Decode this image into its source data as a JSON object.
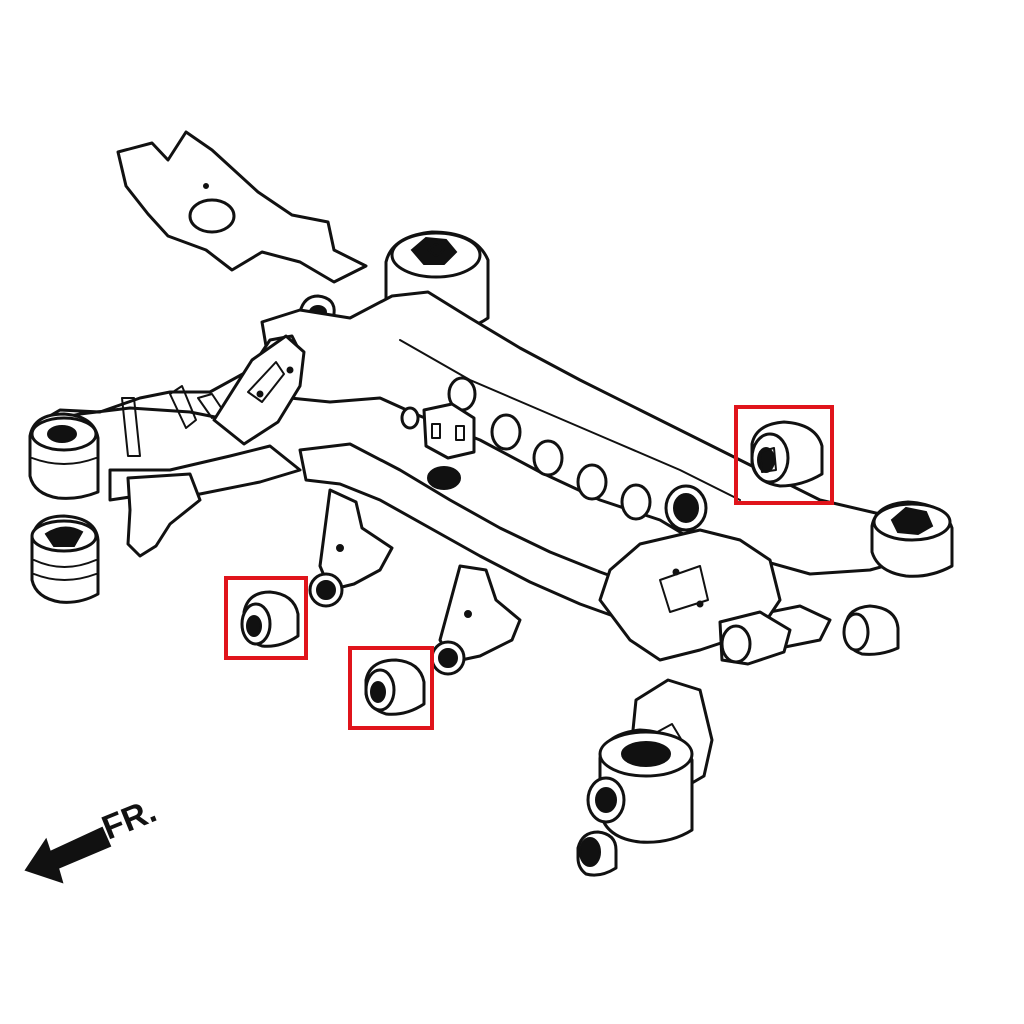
{
  "direction_label": "FR.",
  "colors": {
    "highlight": "#e0141b",
    "line": "#111111",
    "background": "#ffffff"
  },
  "highlighted_parts": [
    "bushing-rear-right",
    "bushing-front-left-inner",
    "bushing-front-center"
  ]
}
